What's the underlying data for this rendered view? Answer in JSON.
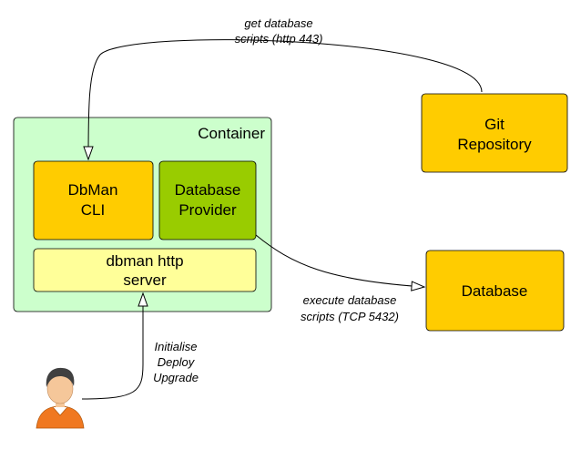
{
  "diagram": {
    "container": {
      "label": "Container",
      "fill": "#ccffcc"
    },
    "nodes": {
      "dbman_cli": {
        "line1": "DbMan",
        "line2": "CLI",
        "fill": "#ffcc00"
      },
      "database_provider": {
        "line1": "Database",
        "line2": "Provider",
        "fill": "#99cc00"
      },
      "http_server": {
        "line1": "dbman http",
        "line2": "server",
        "fill": "#ffff99"
      },
      "git_repository": {
        "line1": "Git",
        "line2": "Repository",
        "fill": "#ffcc00"
      },
      "database": {
        "label": "Database",
        "fill": "#ffcc00"
      }
    },
    "edges": {
      "get_scripts": {
        "line1": "get database",
        "line2": "scripts (http 443)"
      },
      "execute_scripts": {
        "line1": "execute database",
        "line2": "scripts (TCP 5432)"
      },
      "user_actions": {
        "line1": "Initialise",
        "line2": "Deploy",
        "line3": "Upgrade"
      }
    },
    "user": {
      "icon": "user-avatar-icon",
      "shirt_color": "#f07820",
      "hair_color": "#404040",
      "skin_color": "#f5c79a"
    }
  }
}
